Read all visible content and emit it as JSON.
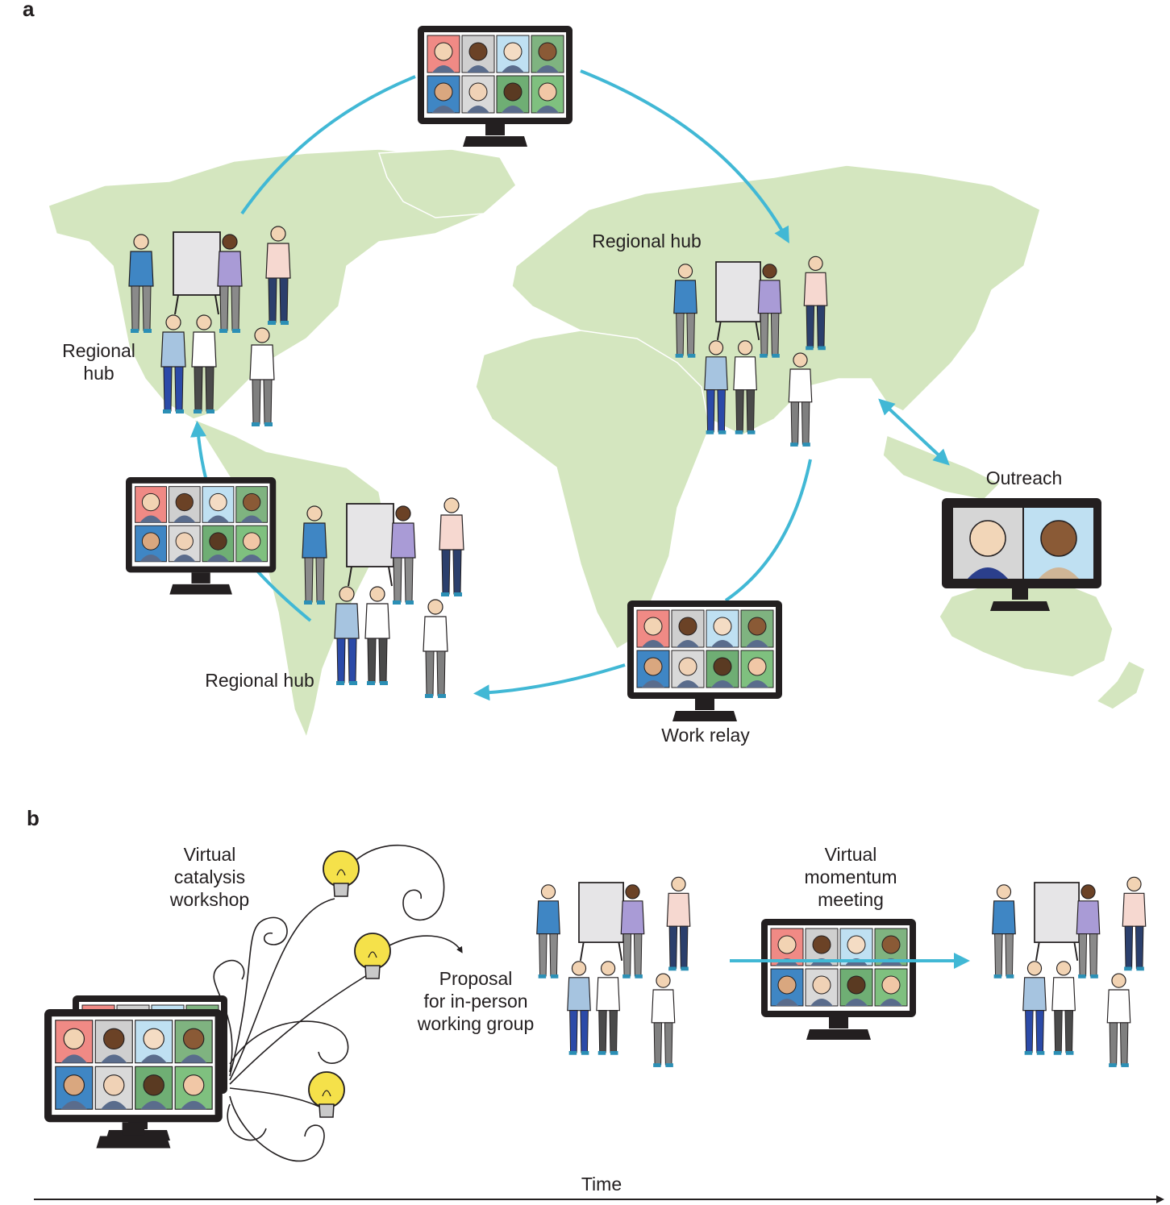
{
  "panel_a": {
    "letter": "a",
    "labels": {
      "hub_north_america": [
        "Regional",
        "hub"
      ],
      "hub_asia": "Regional hub",
      "hub_south_america": "Regional hub",
      "outreach": "Outreach",
      "work_relay": "Work relay"
    }
  },
  "panel_b": {
    "letter": "b",
    "labels": {
      "catalysis": [
        "Virtual",
        "catalysis",
        "workshop"
      ],
      "proposal": [
        "Proposal",
        "for in-person",
        "working group"
      ],
      "momentum": [
        "Virtual",
        "momentum",
        "meeting"
      ],
      "time_axis": "Time"
    }
  },
  "colors": {
    "map_land": "#d4e6bf",
    "arrow": "#41b8d5",
    "monitor_frame": "#231f20",
    "tile_colors": [
      "#f08a85",
      "#cfcfcf",
      "#bfe0f2",
      "#7fb380",
      "#3f86c4",
      "#d9d9d9",
      "#6fae74",
      "#7fc07f"
    ]
  }
}
